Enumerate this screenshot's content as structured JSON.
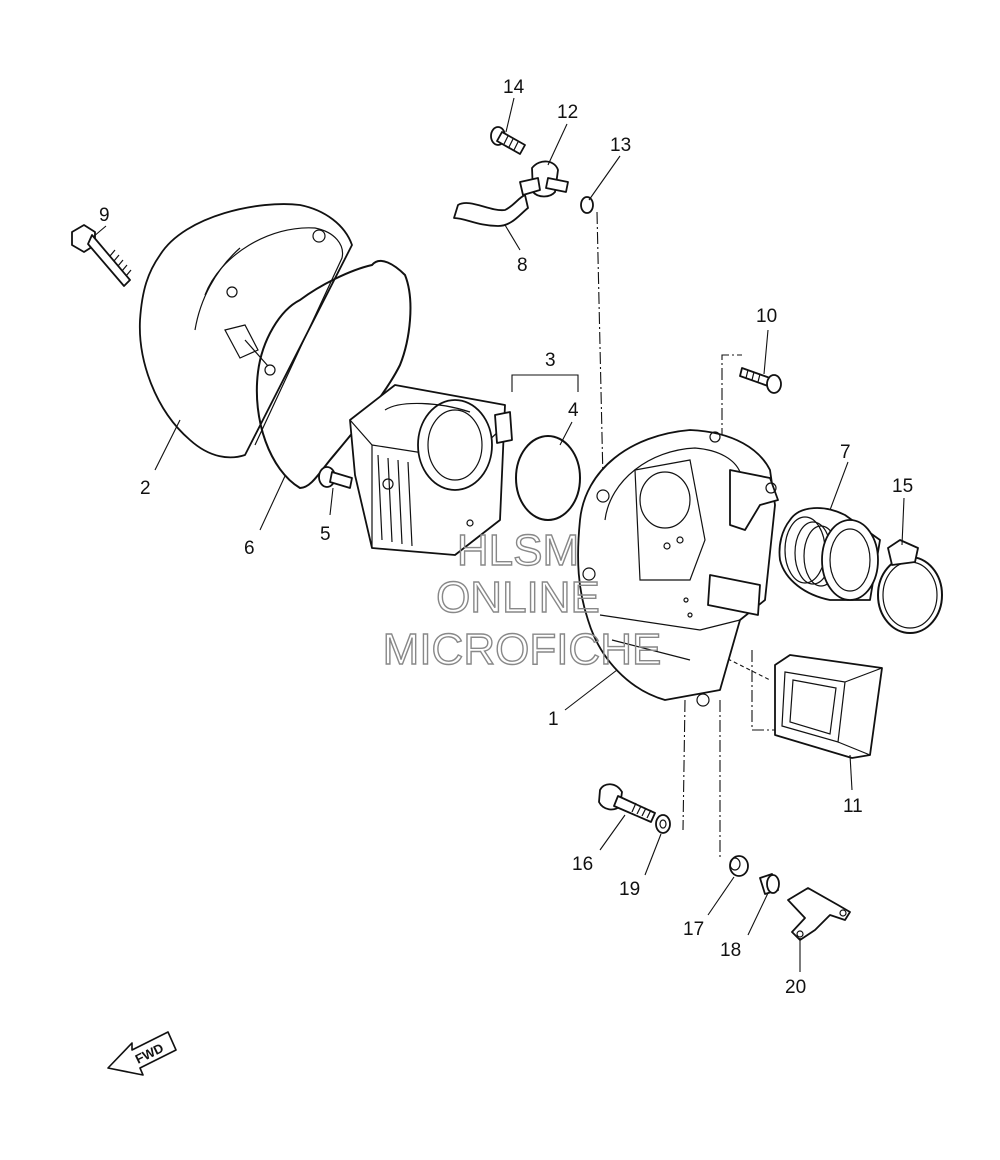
{
  "callouts": [
    {
      "id": "1",
      "label": "1"
    },
    {
      "id": "2",
      "label": "2"
    },
    {
      "id": "3",
      "label": "3"
    },
    {
      "id": "4",
      "label": "4"
    },
    {
      "id": "5",
      "label": "5"
    },
    {
      "id": "6",
      "label": "6"
    },
    {
      "id": "7",
      "label": "7"
    },
    {
      "id": "8",
      "label": "8"
    },
    {
      "id": "9",
      "label": "9"
    },
    {
      "id": "10",
      "label": "10"
    },
    {
      "id": "11",
      "label": "11"
    },
    {
      "id": "12",
      "label": "12"
    },
    {
      "id": "13",
      "label": "13"
    },
    {
      "id": "14",
      "label": "14"
    },
    {
      "id": "15",
      "label": "15"
    },
    {
      "id": "16",
      "label": "16"
    },
    {
      "id": "17",
      "label": "17"
    },
    {
      "id": "18",
      "label": "18"
    },
    {
      "id": "19",
      "label": "19"
    },
    {
      "id": "20",
      "label": "20"
    }
  ],
  "watermark": {
    "line1": "HLSM",
    "line2": "ONLINE",
    "line3": "MICROFICHE"
  },
  "fwd_label": "FWD",
  "colors": {
    "line": "#111111",
    "background": "#ffffff",
    "watermark": "#888888"
  }
}
